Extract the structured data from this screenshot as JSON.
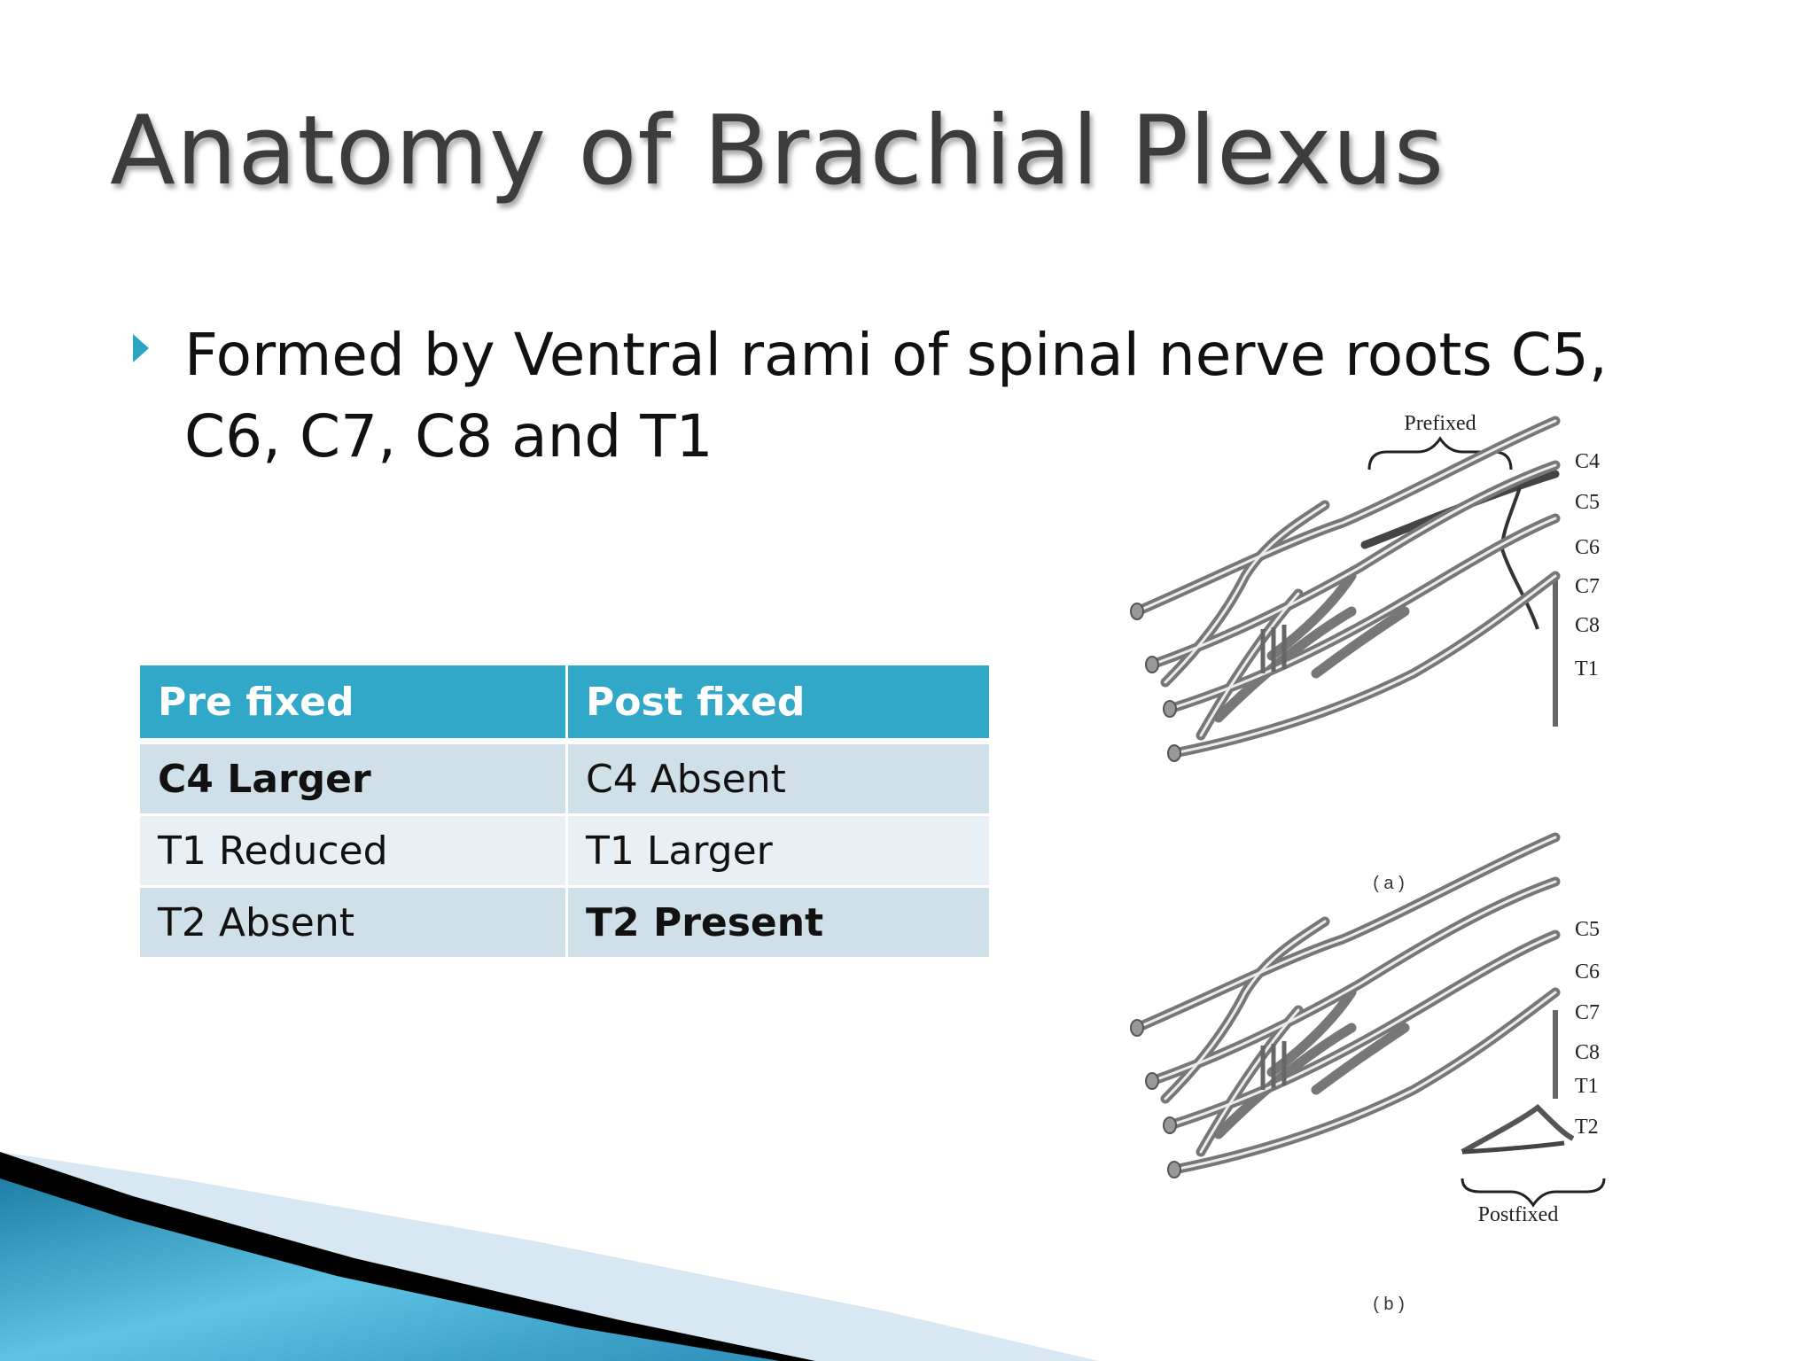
{
  "slide": {
    "title": "Anatomy of Brachial Plexus",
    "bullet": "Formed by Ventral rami of spinal nerve roots C5, C6, C7, C8 and T1"
  },
  "table": {
    "headers": [
      "Pre fixed",
      "Post fixed"
    ],
    "rows": [
      [
        "C4 Larger",
        "C4 Absent"
      ],
      [
        "T1 Reduced",
        "T1 Larger"
      ],
      [
        "T2 Absent",
        "T2 Present"
      ]
    ]
  },
  "figure": {
    "a": {
      "brace_label": "Prefixed",
      "roots": [
        "C4",
        "C5",
        "C6",
        "C7",
        "C8",
        "T1"
      ],
      "caption": "( a )"
    },
    "b": {
      "brace_label": "Postfixed",
      "roots": [
        "C5",
        "C6",
        "C7",
        "C8",
        "T1",
        "T2"
      ],
      "caption": "( b )"
    }
  },
  "colors": {
    "accent": "#31a8c8",
    "title": "#3c3c3c",
    "row_dark": "#cfe0e9",
    "row_light": "#e9f0f5"
  }
}
